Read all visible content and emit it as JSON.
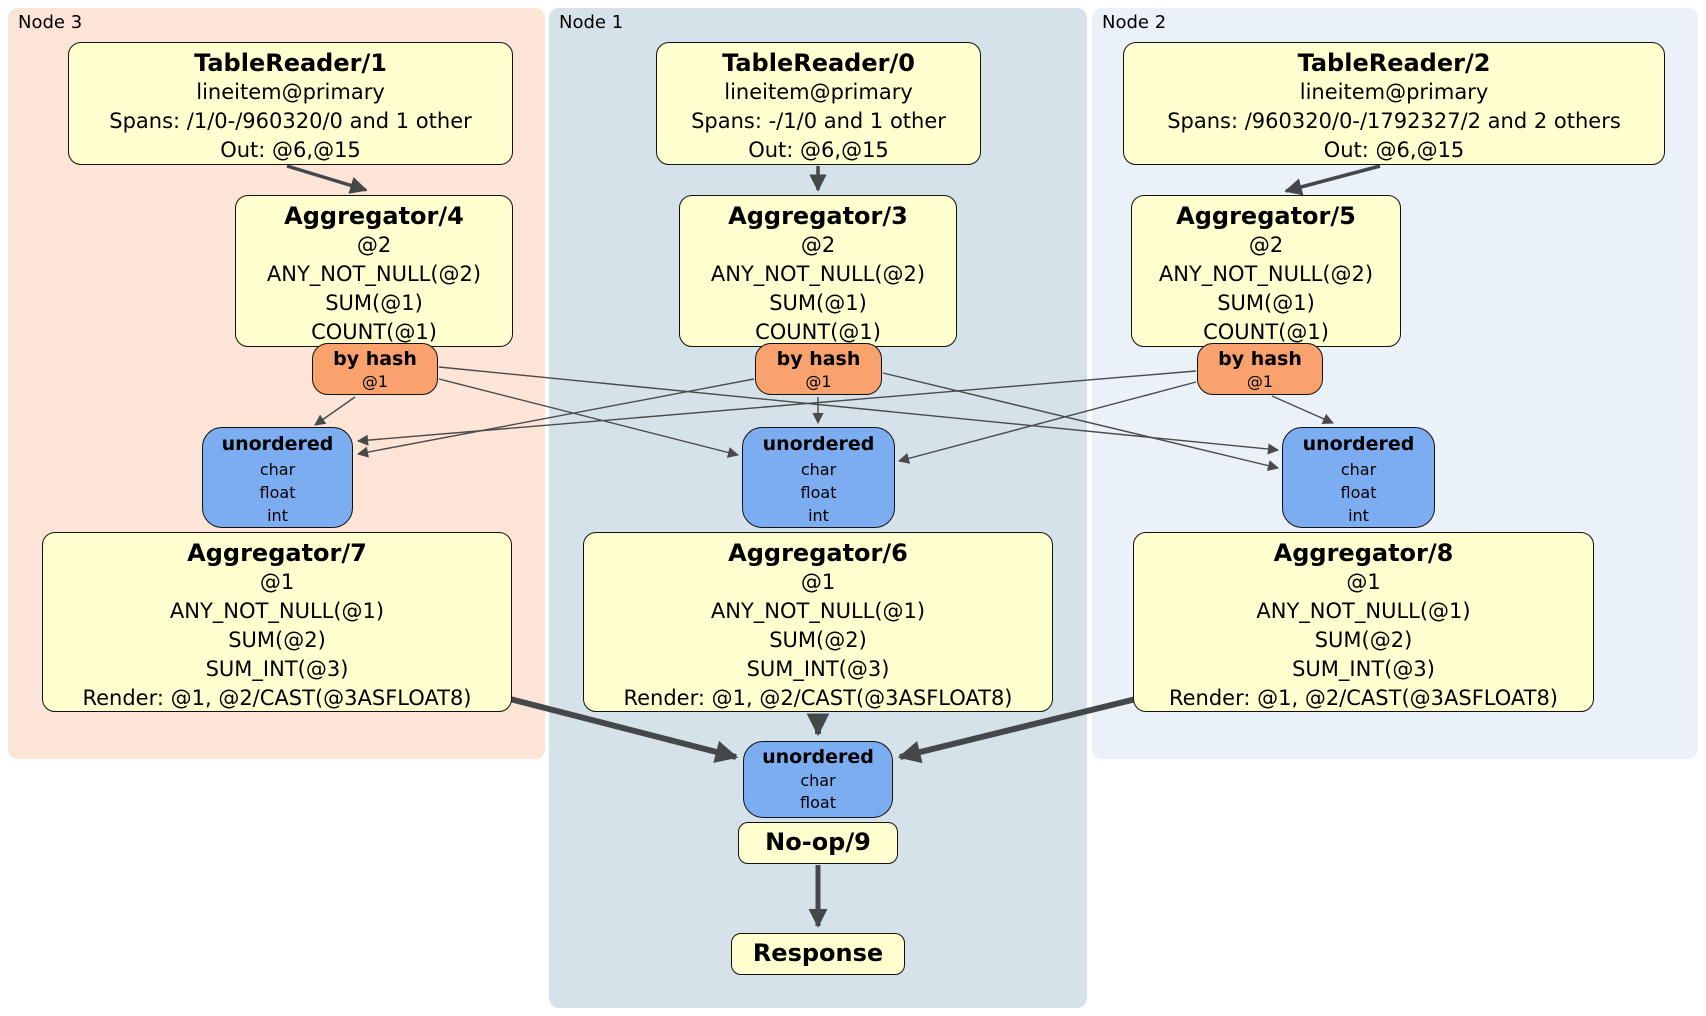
{
  "panels": [
    {
      "label": "Node 3",
      "table_reader": {
        "title": "TableReader/1",
        "rows": [
          "lineitem@primary",
          "Spans: /1/0-/960320/0 and 1 other",
          "Out: @6,@15"
        ]
      },
      "agg_top": {
        "title": "Aggregator/4",
        "rows": [
          "@2",
          "ANY_NOT_NULL(@2)",
          "SUM(@1)",
          "COUNT(@1)"
        ]
      },
      "router": {
        "title": "by hash",
        "detail": "@1"
      },
      "sync": {
        "title": "unordered",
        "rows": [
          "char",
          "float",
          "int"
        ]
      },
      "agg_bottom": {
        "title": "Aggregator/7",
        "rows": [
          "@1",
          "ANY_NOT_NULL(@1)",
          "SUM(@2)",
          "SUM_INT(@3)",
          "Render: @1, @2/CAST(@3ASFLOAT8)"
        ]
      }
    },
    {
      "label": "Node 1",
      "table_reader": {
        "title": "TableReader/0",
        "rows": [
          "lineitem@primary",
          "Spans: -/1/0 and 1 other",
          "Out: @6,@15"
        ]
      },
      "agg_top": {
        "title": "Aggregator/3",
        "rows": [
          "@2",
          "ANY_NOT_NULL(@2)",
          "SUM(@1)",
          "COUNT(@1)"
        ]
      },
      "router": {
        "title": "by hash",
        "detail": "@1"
      },
      "sync": {
        "title": "unordered",
        "rows": [
          "char",
          "float",
          "int"
        ]
      },
      "agg_bottom": {
        "title": "Aggregator/6",
        "rows": [
          "@1",
          "ANY_NOT_NULL(@1)",
          "SUM(@2)",
          "SUM_INT(@3)",
          "Render: @1, @2/CAST(@3ASFLOAT8)"
        ]
      }
    },
    {
      "label": "Node 2",
      "table_reader": {
        "title": "TableReader/2",
        "rows": [
          "lineitem@primary",
          "Spans: /960320/0-/1792327/2 and 2 others",
          "Out: @6,@15"
        ]
      },
      "agg_top": {
        "title": "Aggregator/5",
        "rows": [
          "@2",
          "ANY_NOT_NULL(@2)",
          "SUM(@1)",
          "COUNT(@1)"
        ]
      },
      "router": {
        "title": "by hash",
        "detail": "@1"
      },
      "sync": {
        "title": "unordered",
        "rows": [
          "char",
          "float",
          "int"
        ]
      },
      "agg_bottom": {
        "title": "Aggregator/8",
        "rows": [
          "@1",
          "ANY_NOT_NULL(@1)",
          "SUM(@2)",
          "SUM_INT(@3)",
          "Render: @1, @2/CAST(@3ASFLOAT8)"
        ]
      }
    }
  ],
  "final_stage": {
    "sync": {
      "title": "unordered",
      "rows": [
        "char",
        "float"
      ]
    },
    "noop_title": "No-op/9",
    "response_title": "Response"
  },
  "colors": {
    "panel_node3": "#fce4d6",
    "panel_node1": "#d6e2ea",
    "panel_node2": "#eaf1f9",
    "processor_fill": "#ffffcf",
    "router_fill": "#f9a26e",
    "sync_fill": "#7dadf1",
    "edge": "#4a4a4a"
  }
}
